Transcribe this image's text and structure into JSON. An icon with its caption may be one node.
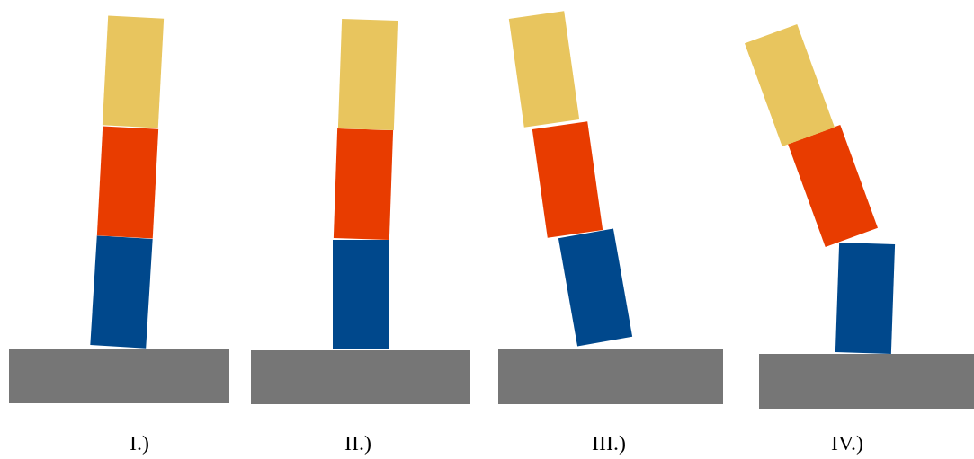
{
  "diagram": {
    "labels": [
      "I.)",
      "II.)",
      "III.)",
      "IV.)"
    ]
  }
}
